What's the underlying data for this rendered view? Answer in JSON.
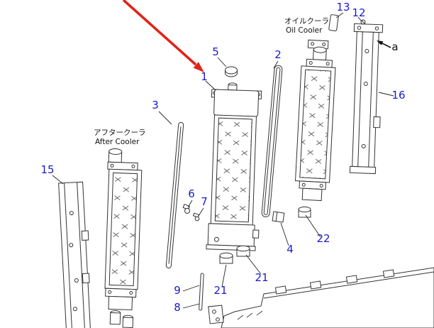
{
  "labels": {
    "oil_cooler_jp": "オイルクーラ",
    "oil_cooler_en": "Oil Cooler",
    "after_cooler_jp": "アフタークーラ",
    "after_cooler_en": "After Cooler"
  },
  "callouts": {
    "c1": "1",
    "c2": "2",
    "c3": "3",
    "c4": "4",
    "c5": "5",
    "c6": "6",
    "c7": "7",
    "c8": "8",
    "c9": "9",
    "c12": "12",
    "c13": "13",
    "c15": "15",
    "c16": "16",
    "c21_left": "21",
    "c21_right": "21",
    "c22": "22",
    "ca": "a"
  },
  "colors": {
    "callout_text": "#1a1acc",
    "pointer_arrow": "#e02318",
    "drawing_line": "#333333"
  }
}
